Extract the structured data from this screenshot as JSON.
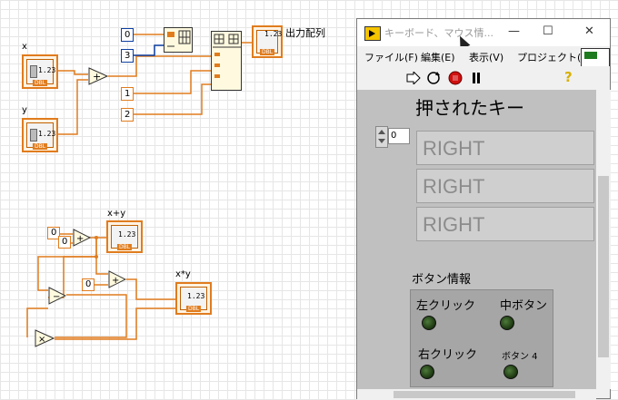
{
  "diagram": {
    "x_label": "x",
    "y_label": "y",
    "num_value": "1.23",
    "dbl_tag": "DBL",
    "const_0": "0",
    "const_3": "3",
    "const_1": "1",
    "const_2": "2",
    "output_array_label": "出力配列",
    "sum_label": "x+y",
    "product_label": "x*y"
  },
  "window": {
    "title": "キーボード、マウス情...",
    "menu": [
      "ファイル(F)",
      "編集(E)",
      "表示(V)",
      "プロジェクト(P)"
    ],
    "pressed_key_label": "押されたキー",
    "index_value": "0",
    "keys": [
      "RIGHT",
      "RIGHT",
      "RIGHT"
    ],
    "button_info_label": "ボタン情報",
    "buttons": [
      "左クリック",
      "中ボタン",
      "右クリック",
      "ボタン 4"
    ],
    "help_glyph": "?"
  },
  "colors": {
    "wire_orange": "#e07c1e",
    "wire_blue": "#0d3ea0",
    "led_off": "#2a4a1c"
  }
}
